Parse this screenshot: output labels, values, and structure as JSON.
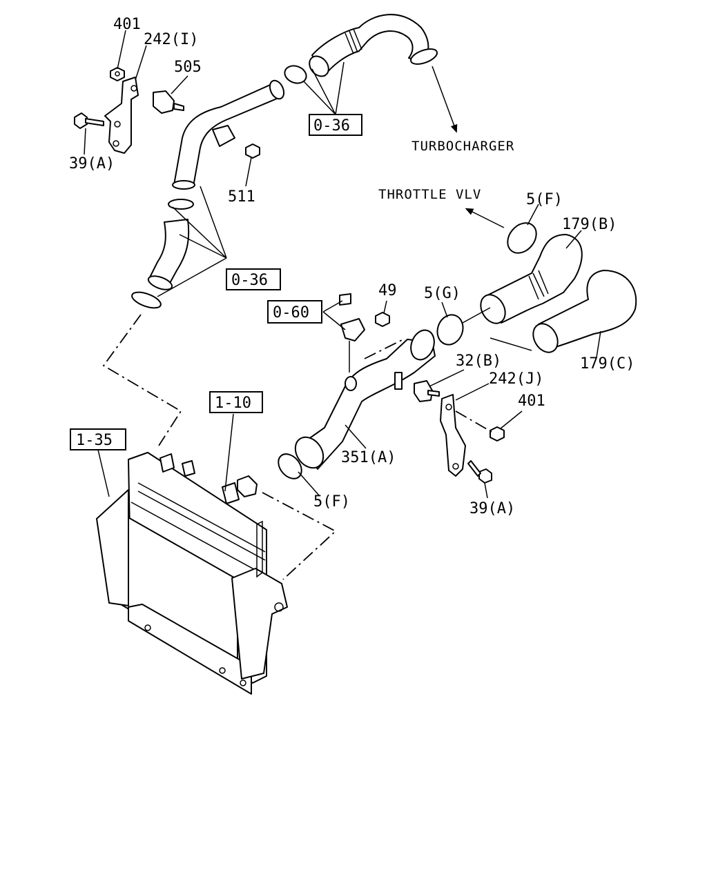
{
  "callouts": {
    "c401_top": "401",
    "c242_i": "242(I)",
    "c505": "505",
    "c39a_top": "39(A)",
    "c511": "511",
    "c0_36_top": "0-36",
    "c0_36_mid": "0-36",
    "turbocharger": "TURBOCHARGER",
    "throttle_vlv": "THROTTLE VLV",
    "c5f_top": "5(F)",
    "c179b": "179(B)",
    "c49": "49",
    "c5g": "5(G)",
    "c0_60": "0-60",
    "c32b": "32(B)",
    "c242_j": "242(J)",
    "c401_right": "401",
    "c179c": "179(C)",
    "c351a": "351(A)",
    "c5f_bottom": "5(F)",
    "c39a_bottom": "39(A)",
    "c1_10": "1-10",
    "c1_35": "1-35"
  }
}
